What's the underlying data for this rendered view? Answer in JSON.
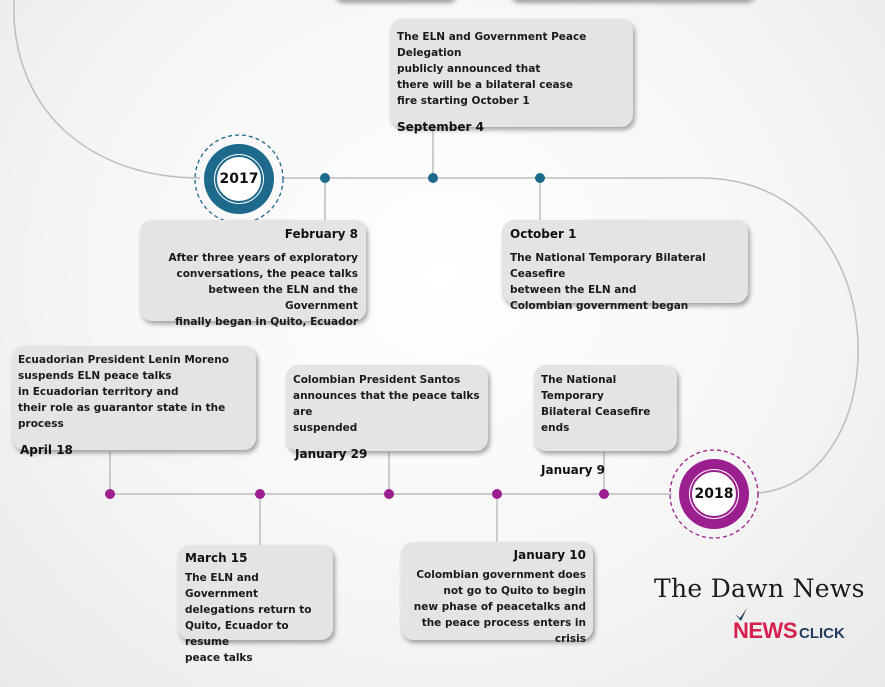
{
  "colors": {
    "year_2017": "#1d6a8c",
    "year_2018": "#9c1f8f",
    "card_bg": "#e4e4e4",
    "line": "#bdbdbd",
    "newsclick_red": "#d6204d",
    "newsclick_blue": "#1f3e5e"
  },
  "years": {
    "first": "2017",
    "second": "2018"
  },
  "events_2017": [
    {
      "date": "September 4",
      "text": "The ELN and Government Peace Delegation\npublicly announced that\nthere will be a bilateral cease\nfire starting October 1"
    },
    {
      "date": "February 8",
      "text": "After three years of exploratory\nconversations, the peace talks\nbetween the ELN and the Government\nfinally began in Quito, Ecuador"
    },
    {
      "date": "October 1",
      "text": "The National Temporary Bilateral Ceasefire\nbetween the ELN and\nColombian government began"
    }
  ],
  "events_2018": [
    {
      "date": "April 18",
      "text": "Ecuadorian President Lenin Moreno\nsuspends ELN peace talks\nin Ecuadorian territory and\ntheir role as guarantor state in the process"
    },
    {
      "date": "January 29",
      "text": "Colombian President Santos\nannounces that the peace talks are\nsuspended"
    },
    {
      "date": "January 9",
      "text": "The National Temporary\nBilateral Ceasefire ends"
    },
    {
      "date": "March 15",
      "text": "The ELN and Government\ndelegations return to\nQuito, Ecuador to resume\npeace talks"
    },
    {
      "date": "January 10",
      "text": "Colombian government does\nnot go to Quito to begin\nnew phase of peacetalks and\nthe peace process enters in crisis"
    }
  ],
  "branding": {
    "dawn_news": "The Dawn News",
    "newsclick_news": "NEWS",
    "newsclick_click": "CLICK"
  }
}
